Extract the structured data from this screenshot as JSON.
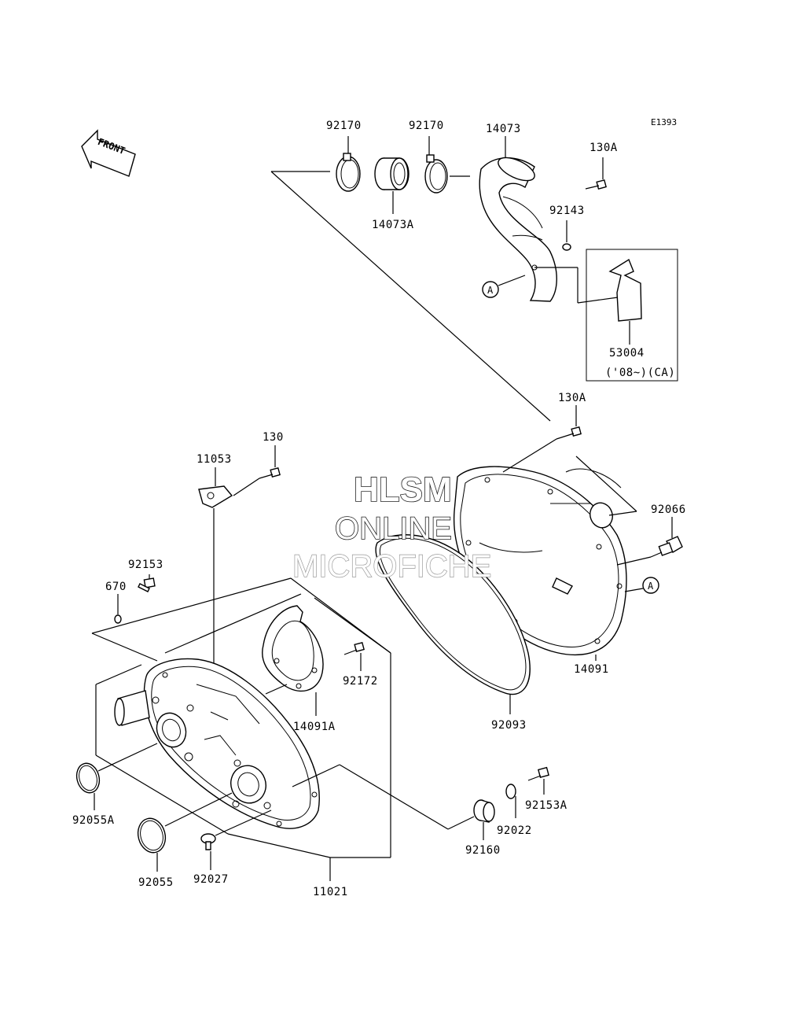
{
  "diagram_code": "E1393",
  "front_label": "FRONT",
  "callout_letter": "A",
  "watermark": {
    "line1": "HLSM",
    "line2": "ONLINE",
    "line3": "MICROFICHE"
  },
  "parts": {
    "p92170_left": "92170",
    "p92170_right": "92170",
    "p14073": "14073",
    "p14073A": "14073A",
    "p130A_top": "130A",
    "p92143": "92143",
    "p53004": "53004",
    "p53004_note": "('08~)(CA)",
    "p130A_mid": "130A",
    "p130": "130",
    "p11053": "11053",
    "p92066": "92066",
    "p92153": "92153",
    "p670": "670",
    "p92172": "92172",
    "p14091A": "14091A",
    "p14091": "14091",
    "p92093": "92093",
    "p92055A": "92055A",
    "p92055": "92055",
    "p92027": "92027",
    "p11021": "11021",
    "p92160": "92160",
    "p92022": "92022",
    "p92153A": "92153A"
  }
}
